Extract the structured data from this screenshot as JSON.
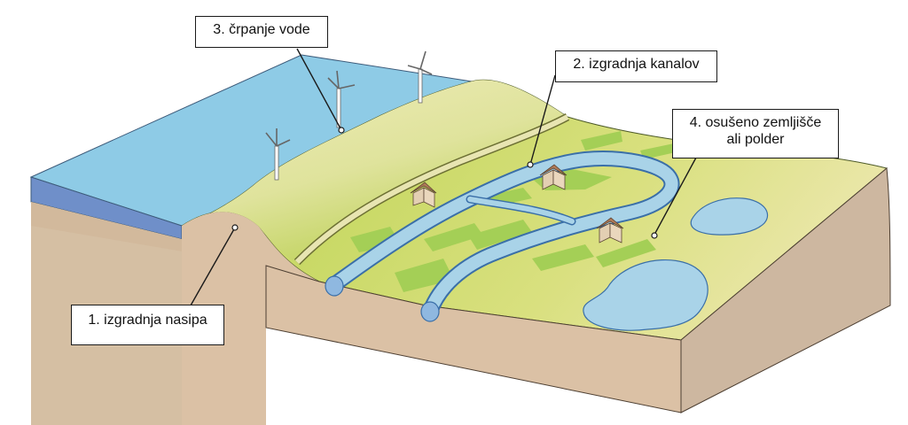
{
  "labels": {
    "dike": "1. izgradnja nasipa",
    "canals": "2. izgradnja kanalov",
    "pumping": "3. črpanje vode",
    "polder_line1": "4. osušeno zemljišče",
    "polder_line2": "ali polder"
  },
  "colors": {
    "sea": "#8ecbe6",
    "sea_side": "#6f8fc9",
    "soil_side": "#d9c3a8",
    "soil_front": "#dbc1a5",
    "dike_top": "#eee9b4",
    "land": "#c7d95c",
    "field_patch": "#a4cf56",
    "canal": "#a9d3e8",
    "canal_edge": "#3a6fa8",
    "house_wall": "#ead7bd",
    "house_roof": "#b07a58"
  }
}
